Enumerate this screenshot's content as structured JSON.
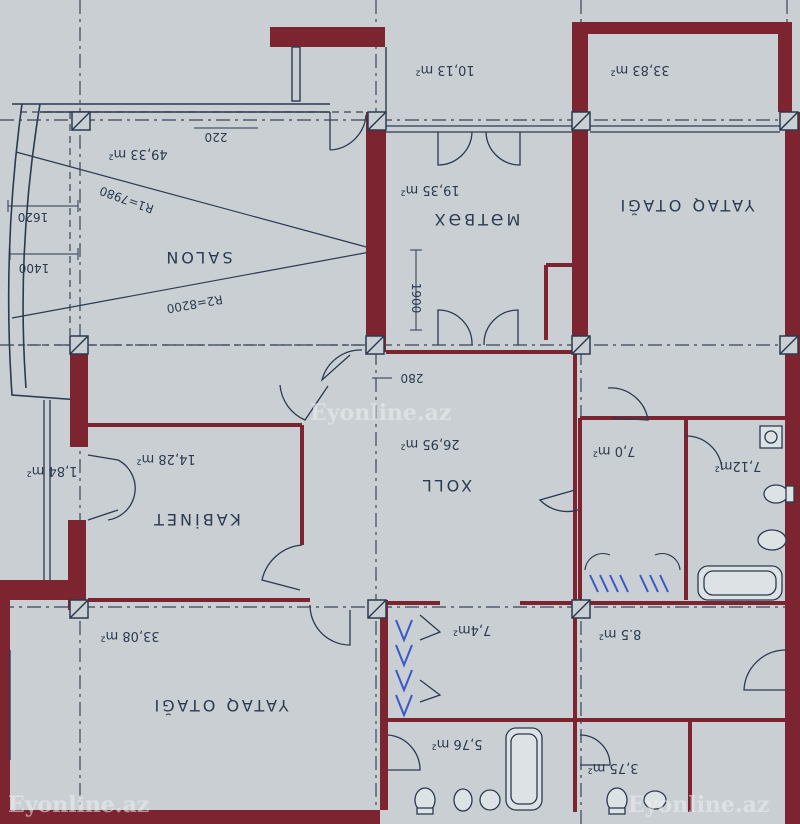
{
  "rooms": {
    "salon": {
      "name": "SALON",
      "area": "49,33 m²"
    },
    "matbax": {
      "name": "MƏTBƏX",
      "area": "19,35 m²"
    },
    "yataq_top": {
      "name": "YATAQ OTAĞI",
      "area": "33,83 m²"
    },
    "balcony_top": {
      "area": "10,13 m²"
    },
    "xoll": {
      "name": "XOLL",
      "area": "26,95 m²"
    },
    "kabinet": {
      "name": "KABİNET",
      "area": "14,28 m²"
    },
    "small_left": {
      "area": "1,84 m²"
    },
    "wc_top": {
      "area": "7,0 m²"
    },
    "bath_top": {
      "area": "7,12m²"
    },
    "yataq_bottom": {
      "name": "YATAQ OTAĞI",
      "area": "33,08 m²"
    },
    "closet": {
      "area": "7,4m²"
    },
    "room_85": {
      "area": "8.5 m²"
    },
    "bath_bottom": {
      "area": "5,76 m²"
    },
    "bath_small": {
      "area": "3,75 m²"
    }
  },
  "dimensions": {
    "d220": "220",
    "r1": "R1=7980",
    "r2": "R2=8200",
    "d1620": "1620",
    "d1400": "1400",
    "d1900": "1900",
    "d280": "280"
  },
  "watermarks": {
    "center": "Eyonline.az",
    "bottom_left": "Eyonline.az",
    "bottom_right": "Eyonline.az"
  },
  "colors": {
    "background": "#c9cfd3",
    "wall": "#7c2530",
    "line": "#2b3a4f",
    "dash": "#3a4558"
  }
}
